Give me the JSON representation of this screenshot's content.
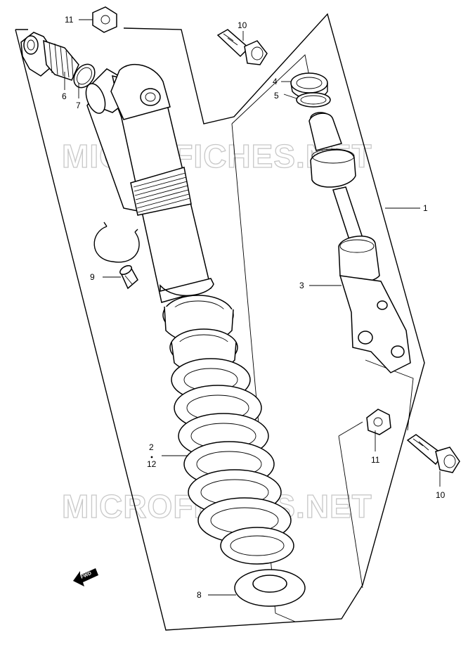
{
  "watermark": "MICROFICHES.NET",
  "fwd_label": "FWD",
  "callouts": {
    "c1": "1",
    "c2": "2",
    "c12": "12",
    "c3": "3",
    "c4": "4",
    "c5": "5",
    "c6": "6",
    "c7": "7",
    "c8": "8",
    "c9": "9",
    "c10_top": "10",
    "c10_bottom": "10",
    "c11_top": "11",
    "c11_bottom": "11"
  }
}
